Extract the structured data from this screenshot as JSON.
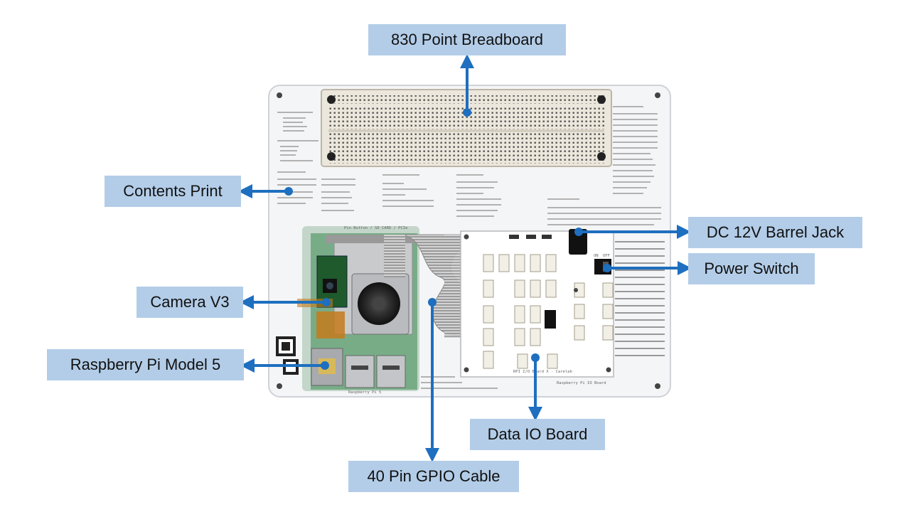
{
  "labels": {
    "breadboard": "830 Point Breadboard",
    "contents_print": "Contents Print",
    "camera": "Camera V3",
    "raspberry_pi": "Raspberry Pi Model 5",
    "dc_jack": "DC 12V Barrel Jack",
    "power_switch": "Power Switch",
    "data_io": "Data IO Board",
    "gpio_cable": "40 Pin GPIO Cable"
  },
  "board_text": {
    "io_board_name": "RPI I/O Board X - Carelab",
    "base_board_name": "Raspberry Pi IO Board",
    "switch_on": "ON",
    "switch_off": "OFF",
    "pi_label": "Raspberry Pi 5",
    "gpio_header": "Pin Button / SD CARD / PCIe"
  },
  "colors": {
    "label_bg": "#b3cde8",
    "arrow": "#1e6fbf",
    "panel": "#f4f5f6"
  }
}
